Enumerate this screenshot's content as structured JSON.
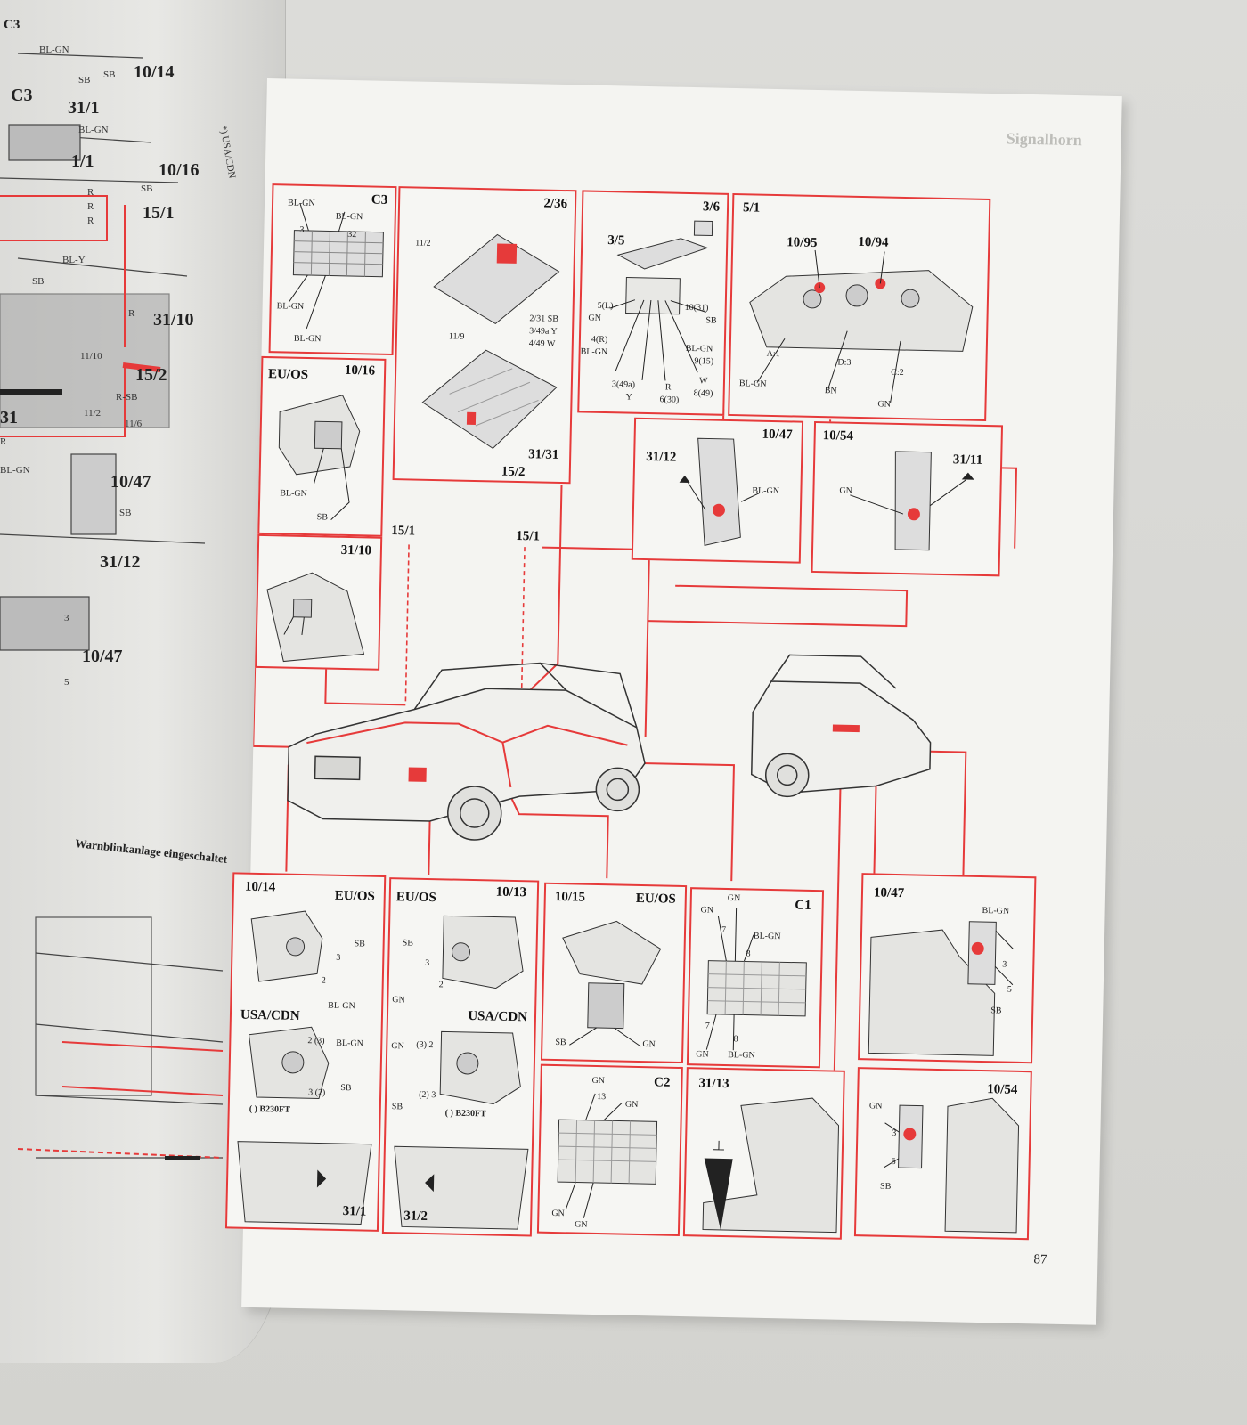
{
  "left_page": {
    "labels": [
      "C3",
      "10/14",
      "31/1",
      "C3",
      "1/1",
      "10/16",
      "15/1",
      "31/10",
      "15/2",
      "31",
      "10/47",
      "31/12",
      "10/47"
    ],
    "wires": [
      "BL-GN",
      "SB",
      "SB",
      "BL-GN",
      "SB",
      "R",
      "R",
      "R",
      "BL-Y",
      "SB",
      "R",
      "R-SB",
      "11/2",
      "11/6",
      "BL-GN",
      "SB",
      "11/10",
      "R",
      "3",
      "5"
    ],
    "caption": "Warnblinkanlage eingeschaltet",
    "side_note": "*) USA/CDN"
  },
  "right_page": {
    "header_ghost": "Signalhorn",
    "page_number": "87",
    "callouts": {
      "upper_left_15_1": "15/1",
      "upper_right_15_1": "15/1"
    },
    "panels": {
      "c3_top": {
        "title": "C3",
        "wires": [
          "BL-GN",
          "BL-GN",
          "3",
          "32",
          "BL-GN",
          "BL-GN"
        ]
      },
      "relay_236": {
        "title": "2/36",
        "sub": [
          "11/2",
          "11/9",
          "2/31 SB",
          "3/49a Y",
          "4/49 W"
        ],
        "bottom": [
          "31/31",
          "15/2"
        ]
      },
      "switch": {
        "title_a": "3/6",
        "title_b": "3/5",
        "wires": [
          "5(L)",
          "GN",
          "4(R)",
          "BL-GN",
          "3(49a)",
          "Y",
          "R",
          "6(30)",
          "W",
          "8(49)",
          "10(31)",
          "SB",
          "BL-GN",
          "9(15)"
        ]
      },
      "cluster": {
        "title": "5/1",
        "sub": [
          "10/95",
          "10/94"
        ],
        "wires": [
          "A:1",
          "BL-GN",
          "D:3",
          "BN",
          "C:2",
          "GN"
        ]
      },
      "p1016": {
        "tag": "EU/OS",
        "title": "10/16",
        "wires": [
          "BL-GN",
          "SB"
        ]
      },
      "p3110": {
        "title": "31/10"
      },
      "p1047a": {
        "title": "10/47",
        "sub": "31/12",
        "wires": [
          "BL-GN"
        ]
      },
      "p1054a": {
        "title": "10/54",
        "sub": "31/11",
        "wires": [
          "GN"
        ]
      },
      "p1014": {
        "title": "10/14",
        "tag": "EU/OS",
        "tag2": "USA/CDN",
        "wires": [
          "SB",
          "3",
          "2",
          "BL-GN",
          "2 (3)",
          "BL-GN",
          "3 (2)",
          "SB",
          "( ) B230FT"
        ],
        "ground": "31/1"
      },
      "p1013": {
        "title": "10/13",
        "tag": "EU/OS",
        "tag2": "USA/CDN",
        "wires": [
          "SB",
          "3",
          "2",
          "GN",
          "GN",
          "(3) 2",
          "SB",
          "(2) 3",
          "( ) B230FT"
        ],
        "ground": "31/2"
      },
      "p1015": {
        "title": "10/15",
        "tag": "EU/OS",
        "wires": [
          "SB",
          "GN"
        ]
      },
      "c1": {
        "title": "C1",
        "wires": [
          "GN",
          "GN",
          "7",
          "BL-GN",
          "8",
          "7",
          "8",
          "GN",
          "BL-GN"
        ]
      },
      "c2": {
        "title": "C2",
        "wires": [
          "GN",
          "13",
          "GN",
          "GN",
          "GN"
        ]
      },
      "p3113": {
        "title": "31/13"
      },
      "p1047b": {
        "title": "10/47",
        "wires": [
          "BL-GN",
          "3",
          "5",
          "SB"
        ]
      },
      "p1054b": {
        "title": "10/54",
        "wires": [
          "GN",
          "3",
          "5",
          "SB"
        ]
      }
    }
  }
}
